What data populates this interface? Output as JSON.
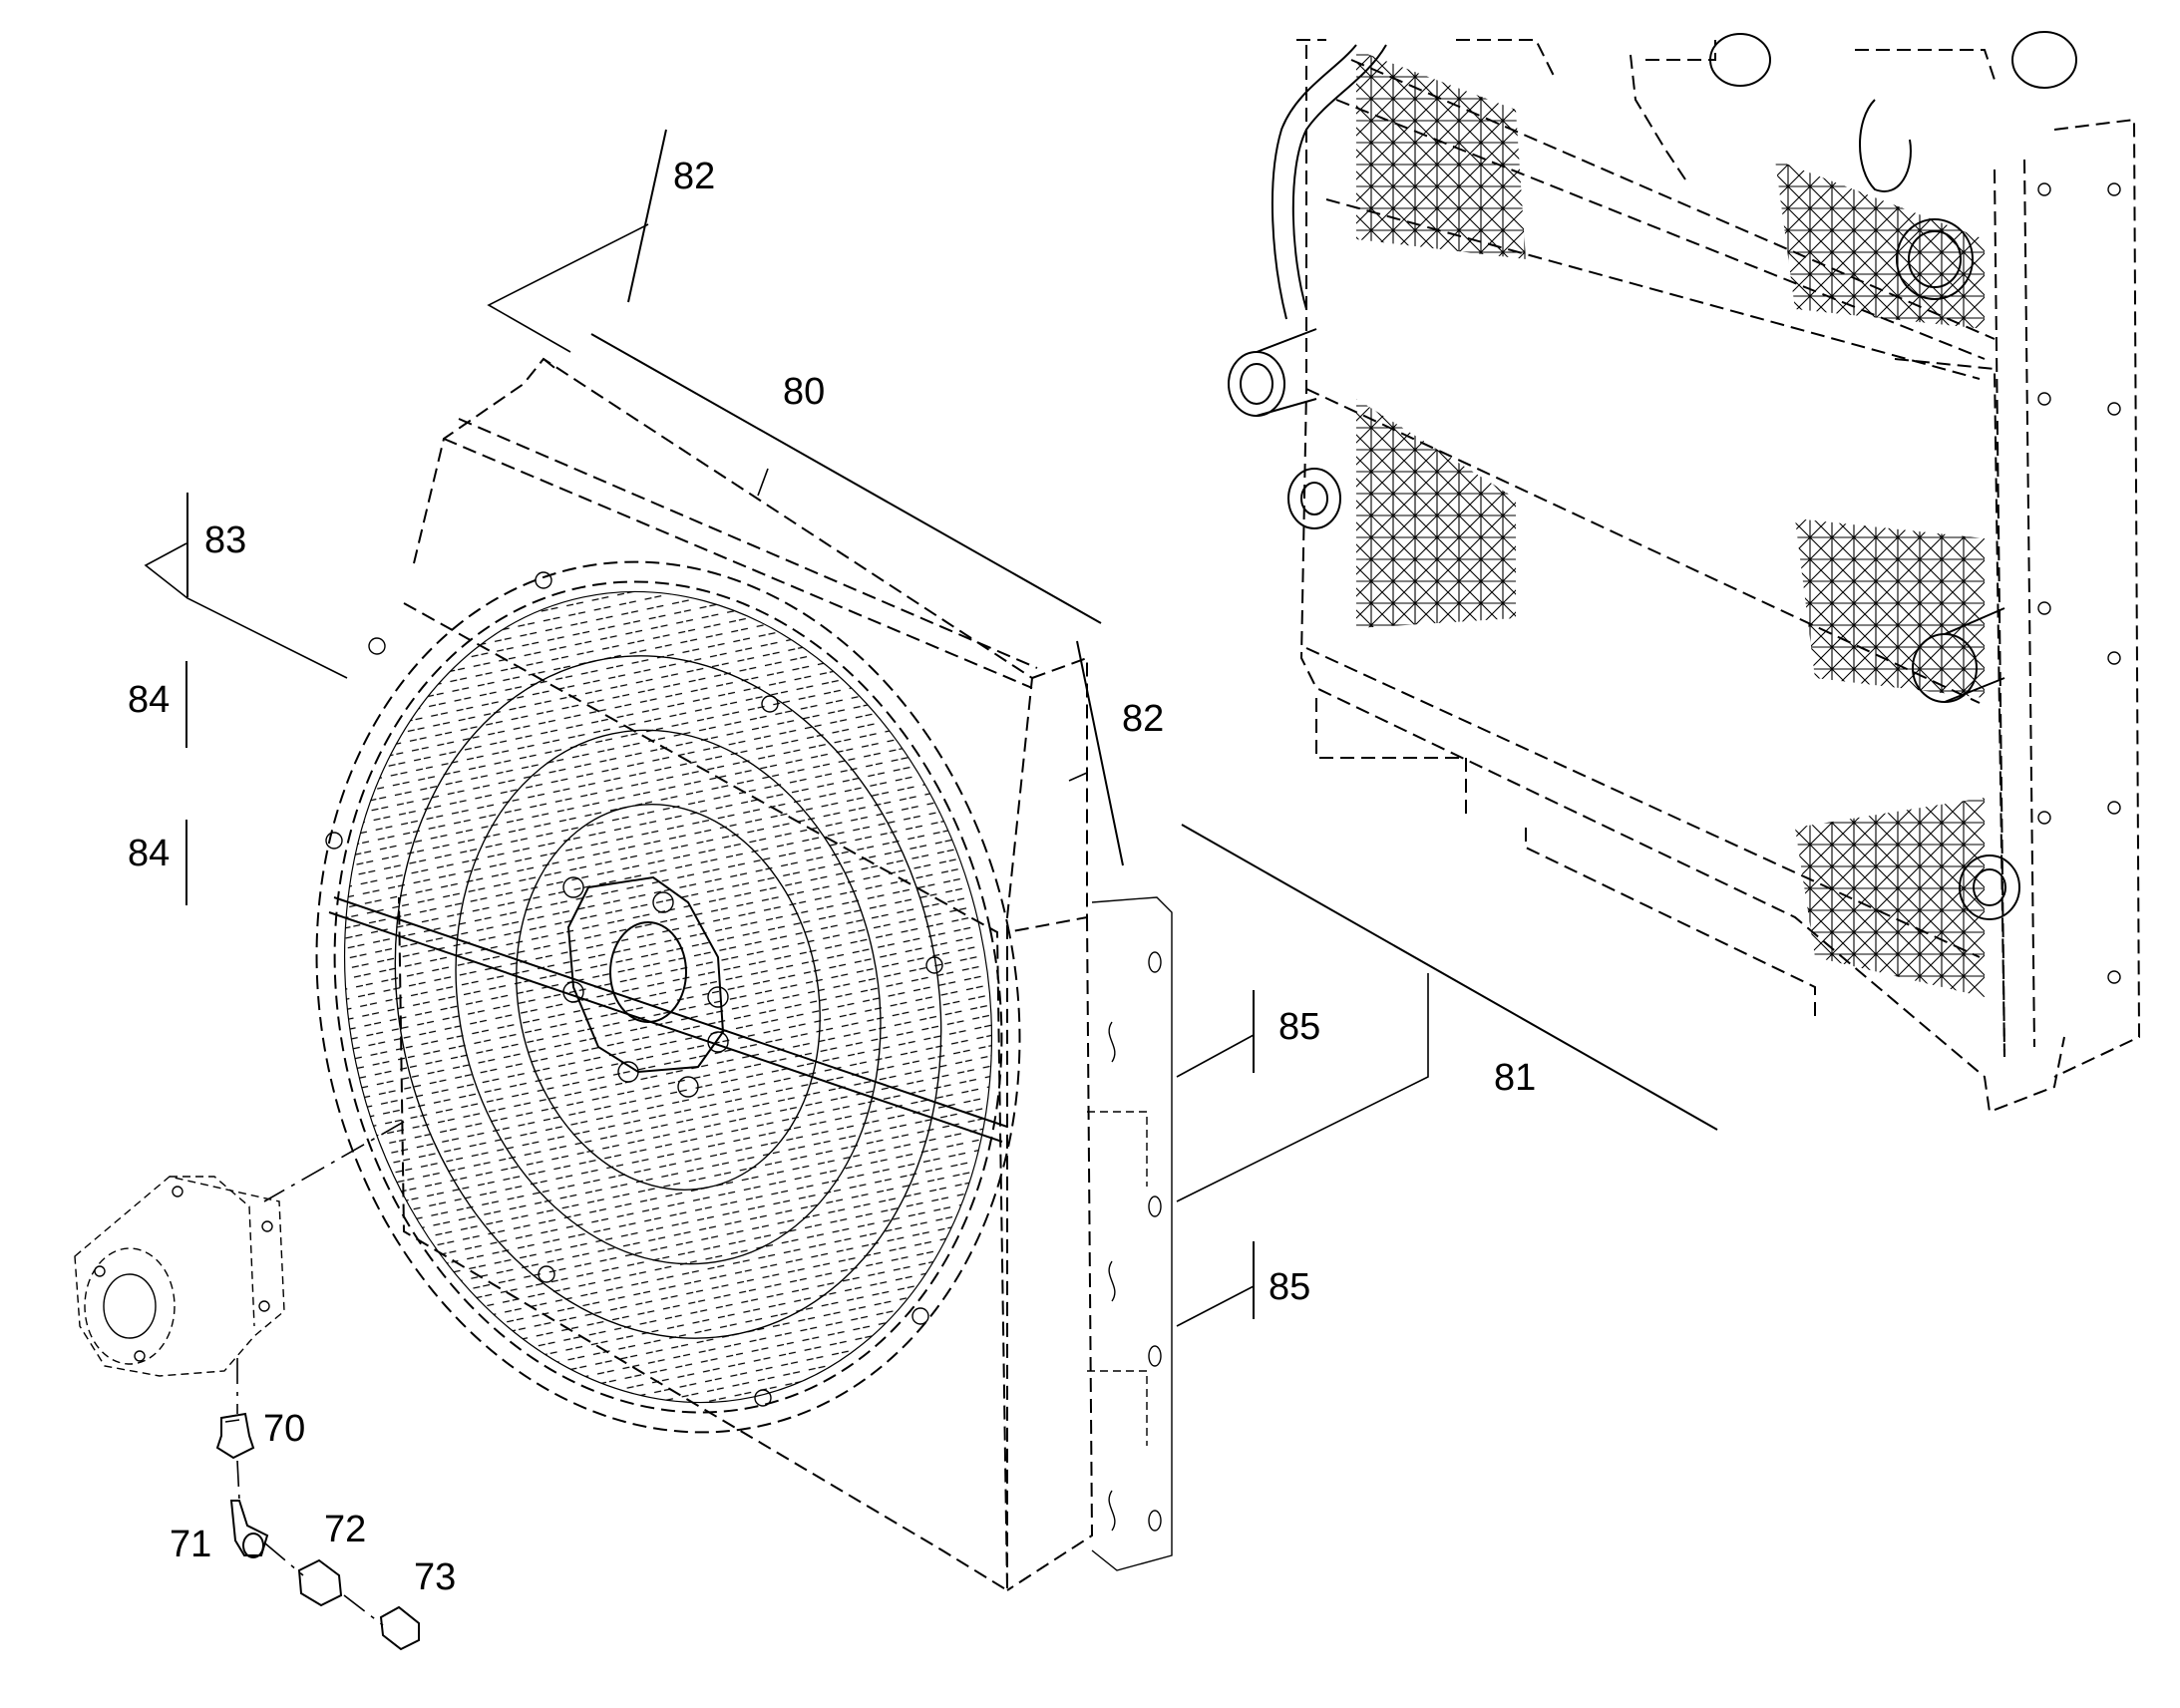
{
  "diagram": {
    "labels": {
      "p70": "70",
      "p71": "71",
      "p72": "72",
      "p73": "73",
      "p80": "80",
      "p81": "81",
      "p82a": "82",
      "p82b": "82",
      "p83": "83",
      "p84a": "84",
      "p84b": "84",
      "p85a": "85",
      "p85b": "85"
    }
  }
}
